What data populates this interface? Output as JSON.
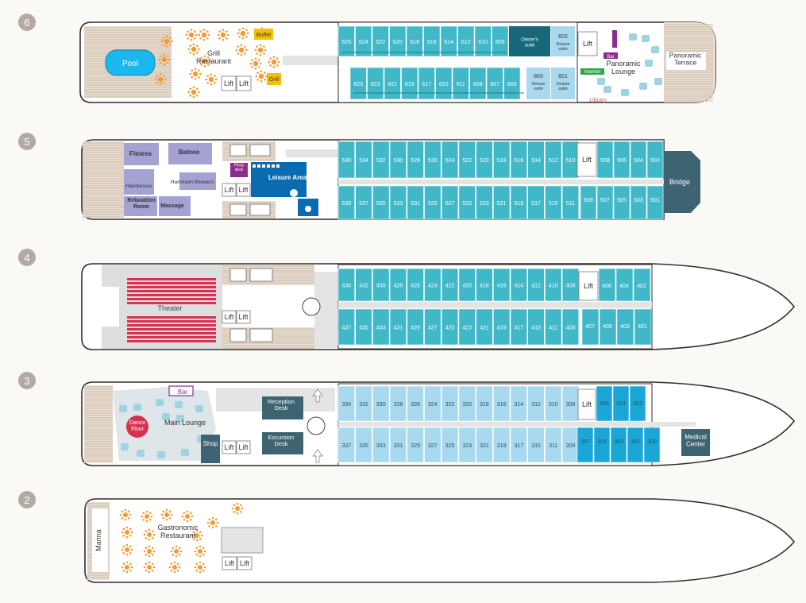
{
  "colors": {
    "background": "#fbf9f6",
    "hull": "#ffffff",
    "outline": "#2f2f2f",
    "cabin": "#40b8c8",
    "cabin_light": "#a9d9ee",
    "cabin_bright": "#1aa6d6",
    "owner_suite": "#17687a",
    "bridge": "#3e6472",
    "desk": "#3e6472",
    "spa": "#a4a1d3",
    "pool": "#1ab8ec",
    "deck_wood": "#c9b9a8",
    "table_orange": "#f39a34",
    "corridor": "#e4e4e4",
    "theater_seat": "#d8314f",
    "dance_floor": "#d8314f",
    "bar": "#8c2c8c",
    "internet": "#2aa74a",
    "library": "#d85a5a",
    "buffet": "#f5c000",
    "leisure": "#0a6bb0",
    "deck_badge": "#b3aaa3",
    "lounge_furniture": "#9fd3e0"
  },
  "decks": [
    {
      "number": "6",
      "labels": {
        "pool": "Pool",
        "grill_restaurant": "Grill\nRestaurant",
        "buffet": "Buffet",
        "grill": "Grill",
        "lift_a": "Lift",
        "lift_b": "Lift",
        "lift_c": "Lift",
        "owners_suite": "Owner's\nsuite",
        "bar": "Bar",
        "internet": "Internet",
        "library": "Library",
        "panoramic_lounge": "Panoramic\nLounge",
        "panoramic_terrace": "Panoramic\nTerrace"
      },
      "cabins_top": [
        "626",
        "624",
        "622",
        "620",
        "618",
        "616",
        "614",
        "612",
        "610",
        "608"
      ],
      "cabins_bottom": [
        "625",
        "623",
        "621",
        "619",
        "617",
        "615",
        "611",
        "609",
        "607",
        "605"
      ],
      "suites": [
        {
          "number": "602",
          "type": "Deluxe\nsuite"
        },
        {
          "number": "603",
          "type": "Deluxe\nsuite"
        },
        {
          "number": "601",
          "type": "Deluxe\nsuite"
        }
      ]
    },
    {
      "number": "5",
      "labels": {
        "fitness": "Fitness",
        "balneo": "Balneo",
        "hairdresser": "Hairdresser",
        "hammam": "Hammam",
        "showers": "Showers",
        "relaxation_room": "Relaxation\nRoom",
        "massage": "Massage",
        "photo_desk": "Photo\ndesk",
        "leisure_area": "Leisure Area",
        "lift_a": "Lift",
        "lift_b": "Lift",
        "lift_c": "Lift",
        "bridge": "Bridge"
      },
      "cabins_top": [
        "536",
        "534",
        "532",
        "530",
        "528",
        "526",
        "524",
        "522",
        "520",
        "518",
        "516",
        "514",
        "512",
        "510",
        "508",
        "506",
        "504",
        "502"
      ],
      "cabins_bottom": [
        "539",
        "537",
        "535",
        "533",
        "531",
        "529",
        "527",
        "525",
        "523",
        "521",
        "519",
        "517",
        "515",
        "511",
        "509",
        "507",
        "505",
        "503",
        "501"
      ]
    },
    {
      "number": "4",
      "labels": {
        "theater": "Theater",
        "lift_a": "Lift",
        "lift_b": "Lift",
        "lift_c": "Lift"
      },
      "cabins_top": [
        "434",
        "432",
        "430",
        "428",
        "426",
        "424",
        "422",
        "420",
        "418",
        "416",
        "414",
        "412",
        "410",
        "408",
        "406",
        "404",
        "402"
      ],
      "cabins_bottom": [
        "437",
        "435",
        "433",
        "431",
        "429",
        "427",
        "425",
        "423",
        "421",
        "419",
        "417",
        "415",
        "411",
        "409",
        "407",
        "405",
        "403",
        "401"
      ]
    },
    {
      "number": "3",
      "labels": {
        "bar": "Bar",
        "dance_floor": "Dance\nFloor",
        "main_lounge": "Main Lounge",
        "shop": "Shop",
        "reception_desk": "Reception\nDesk",
        "excursion_desk": "Excursion\nDesk",
        "lift_a": "Lift",
        "lift_b": "Lift",
        "lift_c": "Lift",
        "medical_center": "Medical\nCenter"
      },
      "cabins_top": [
        "334",
        "332",
        "330",
        "328",
        "326",
        "324",
        "322",
        "320",
        "318",
        "316",
        "314",
        "312",
        "310",
        "308",
        "306",
        "304",
        "302"
      ],
      "cabins_bottom": [
        "337",
        "335",
        "333",
        "331",
        "329",
        "327",
        "325",
        "323",
        "321",
        "319",
        "317",
        "315",
        "311",
        "309",
        "307",
        "305",
        "303",
        "301",
        "300"
      ]
    },
    {
      "number": "2",
      "labels": {
        "marina": "Marina",
        "gastronomic_restaurant": "Gastronomic\nRestaurant",
        "lift_a": "Lift",
        "lift_b": "Lift"
      }
    }
  ]
}
